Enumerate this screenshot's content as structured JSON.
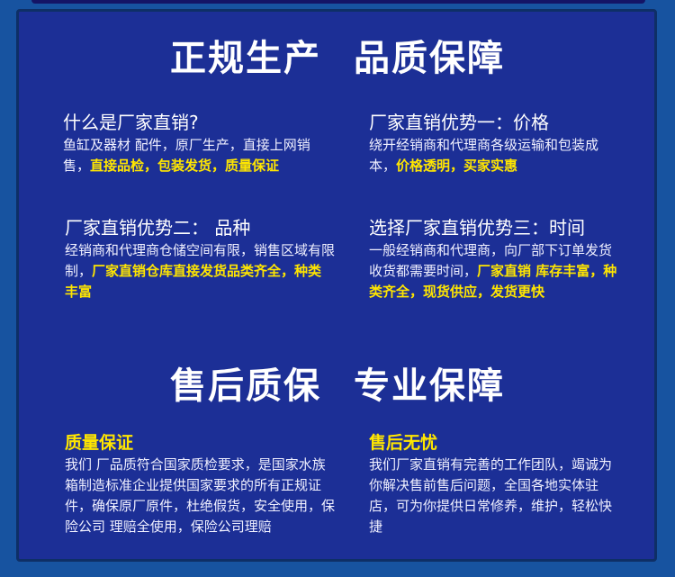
{
  "title1": "正规生产  品质保障",
  "title2": "售后质保  专业保障",
  "colors": {
    "background": "#1753a0",
    "panel": "#1c2f96",
    "highlight": "#ffe600"
  },
  "sections": [
    {
      "heading": "什么是厂家直销?",
      "text": "鱼缸及器材 配件，原厂生产，直接上网销售，",
      "highlight": "直接品检，包装发货，质量保证"
    },
    {
      "heading": "厂家直销优势一：价格",
      "text": "绕开经销商和代理商各级运输和包装成本，",
      "highlight": "价格透明，买家实惠"
    },
    {
      "heading": "厂家直销优势二： 品种",
      "text": "经销商和代理商仓储空间有限，销售区域有限制，",
      "highlight": "厂家直销仓库直接发货品类齐全，种类丰富"
    },
    {
      "heading": "选择厂家直销优势三：时间",
      "text": "一般经销商和代理商，向厂部下订单发货收货都需要时间，",
      "highlight": "厂家直销 库存丰富，种类齐全，现货供应，发货更快"
    },
    {
      "heading": "质量保证",
      "text": "我们 厂品质符合国家质检要求，是国家水族箱制造标准企业提供国家要求的所有正规证件，确保原厂原件，杜绝假货，安全使用，保险公司 理赔全使用，保险公司理赔"
    },
    {
      "heading": "售后无忧",
      "text": "我们厂家直销有完善的工作团队，竭诚为你解决售前售后问题，全国各地实体驻店，可为你提供日常修养，维护，轻松快捷"
    }
  ]
}
